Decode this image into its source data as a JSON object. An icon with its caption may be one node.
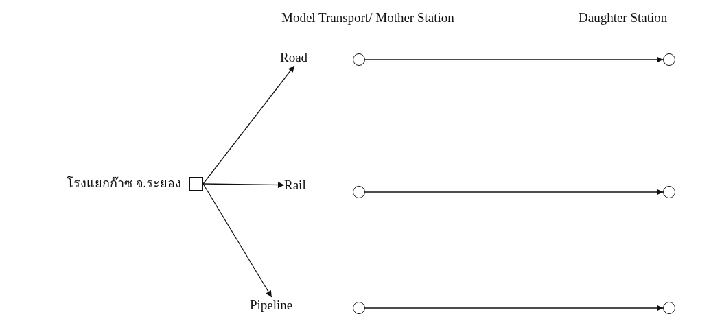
{
  "diagram": {
    "nodes": [
      {
        "text": [],
        "shape": "box",
        "beside": [
          "โรงแยกก๊าซ จ.ระยอง"
        ]
      },
      {
        "text": [
          "Road"
        ]
      },
      {
        "text": [
          "Rail"
        ]
      },
      {
        "text": [
          "Pipeline"
        ]
      },
      {
        "text": [],
        "shape": "circle"
      },
      {
        "text": [],
        "shape": "circle"
      },
      {
        "text": [],
        "shape": "circle"
      },
      {
        "text": [],
        "shape": "circle"
      },
      {
        "text": [],
        "shape": "circle"
      },
      {
        "text": [],
        "shape": "circle"
      }
    ],
    "edges": [
      {
        "from": 0,
        "to": 1,
        "arrow": "to"
      },
      {
        "from": 0,
        "to": 2,
        "arrow": "to"
      },
      {
        "from": 0,
        "to": 3,
        "arrow": "to"
      },
      {
        "from": 4,
        "to": 7,
        "arrow": "to"
      },
      {
        "from": 5,
        "to": 8,
        "arrow": "to"
      },
      {
        "from": 6,
        "to": 9,
        "arrow": "to"
      }
    ],
    "labels": [
      "Model Transport/ Mother Station",
      "Daughter Station"
    ]
  }
}
